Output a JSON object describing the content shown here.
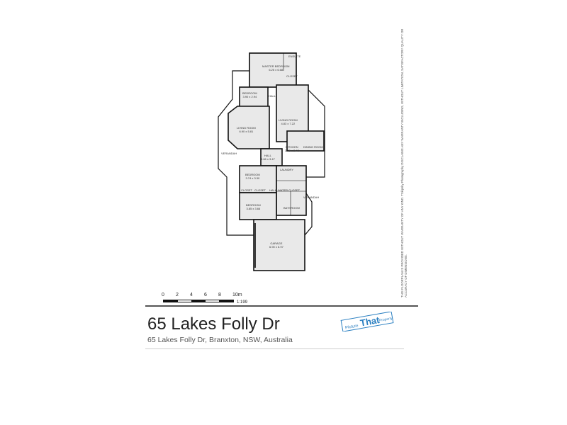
{
  "floorplan": {
    "rooms": [
      {
        "id": "master-bedroom",
        "name": "MASTER BEDROOM",
        "dims": "6.25 x 6.68"
      },
      {
        "id": "ensuite",
        "name": "ENSUITE",
        "dims": ""
      },
      {
        "id": "closet-master",
        "name": "CLOSET",
        "dims": ""
      },
      {
        "id": "bedroom-1",
        "name": "BEDROOM",
        "dims": "3.90 x 2.94"
      },
      {
        "id": "hall-1",
        "name": "HALL",
        "dims": ""
      },
      {
        "id": "living-room-1",
        "name": "LIVING ROOM",
        "dims": "4.83 x 7.22"
      },
      {
        "id": "living-room-2",
        "name": "LIVING ROOM",
        "dims": "6.90 x 5.81"
      },
      {
        "id": "kitchen",
        "name": "KITCHEN",
        "dims": "3.49 x 3.48"
      },
      {
        "id": "dining-room",
        "name": "DINING ROOM",
        "dims": ""
      },
      {
        "id": "verandah-1",
        "name": "VERANDAH",
        "dims": ""
      },
      {
        "id": "hall-2",
        "name": "HALL",
        "dims": "3.66 x 3.47"
      },
      {
        "id": "bedroom-2",
        "name": "BEDROOM",
        "dims": "3.74 x 3.30"
      },
      {
        "id": "laundry",
        "name": "LAUNDRY",
        "dims": ""
      },
      {
        "id": "closet-2",
        "name": "CLOSET",
        "dims": ""
      },
      {
        "id": "closet-3",
        "name": "CLOSET",
        "dims": ""
      },
      {
        "id": "hall-3",
        "name": "HALL",
        "dims": ""
      },
      {
        "id": "water-closet",
        "name": "WATER CLOSET",
        "dims": ""
      },
      {
        "id": "bedroom-3",
        "name": "BEDROOM",
        "dims": "3.85 x 3.66"
      },
      {
        "id": "bathroom",
        "name": "BATHROOM",
        "dims": ""
      },
      {
        "id": "verandah-2",
        "name": "VERANDAH",
        "dims": ""
      },
      {
        "id": "garage",
        "name": "GARAGE",
        "dims": "6.90 x 6.97"
      }
    ]
  },
  "disclaimer": {
    "line1": "THIS FLOORPLAN IS PROVIDED WITHOUT WARRANTY OF ANY KIND. TSkipsky Photography DISCLAIMS ANY WARRANTY INCLUDING, WITHOUT LIMITATION, SATISFACTORY QUALITY OR",
    "line2": "ACCURACY OF DIMENSIONS."
  },
  "scale": {
    "ticks": [
      "0",
      "2",
      "4",
      "6",
      "8",
      "10m"
    ],
    "ratio": "1:199"
  },
  "address": {
    "title": "65 Lakes Folly Dr",
    "subtitle": "65 Lakes Folly Dr, Branxton, NSW, Australia"
  },
  "logo": {
    "word1": "Picture",
    "word2": "That",
    "word3": "Property",
    "color": "#2a7fc1"
  }
}
